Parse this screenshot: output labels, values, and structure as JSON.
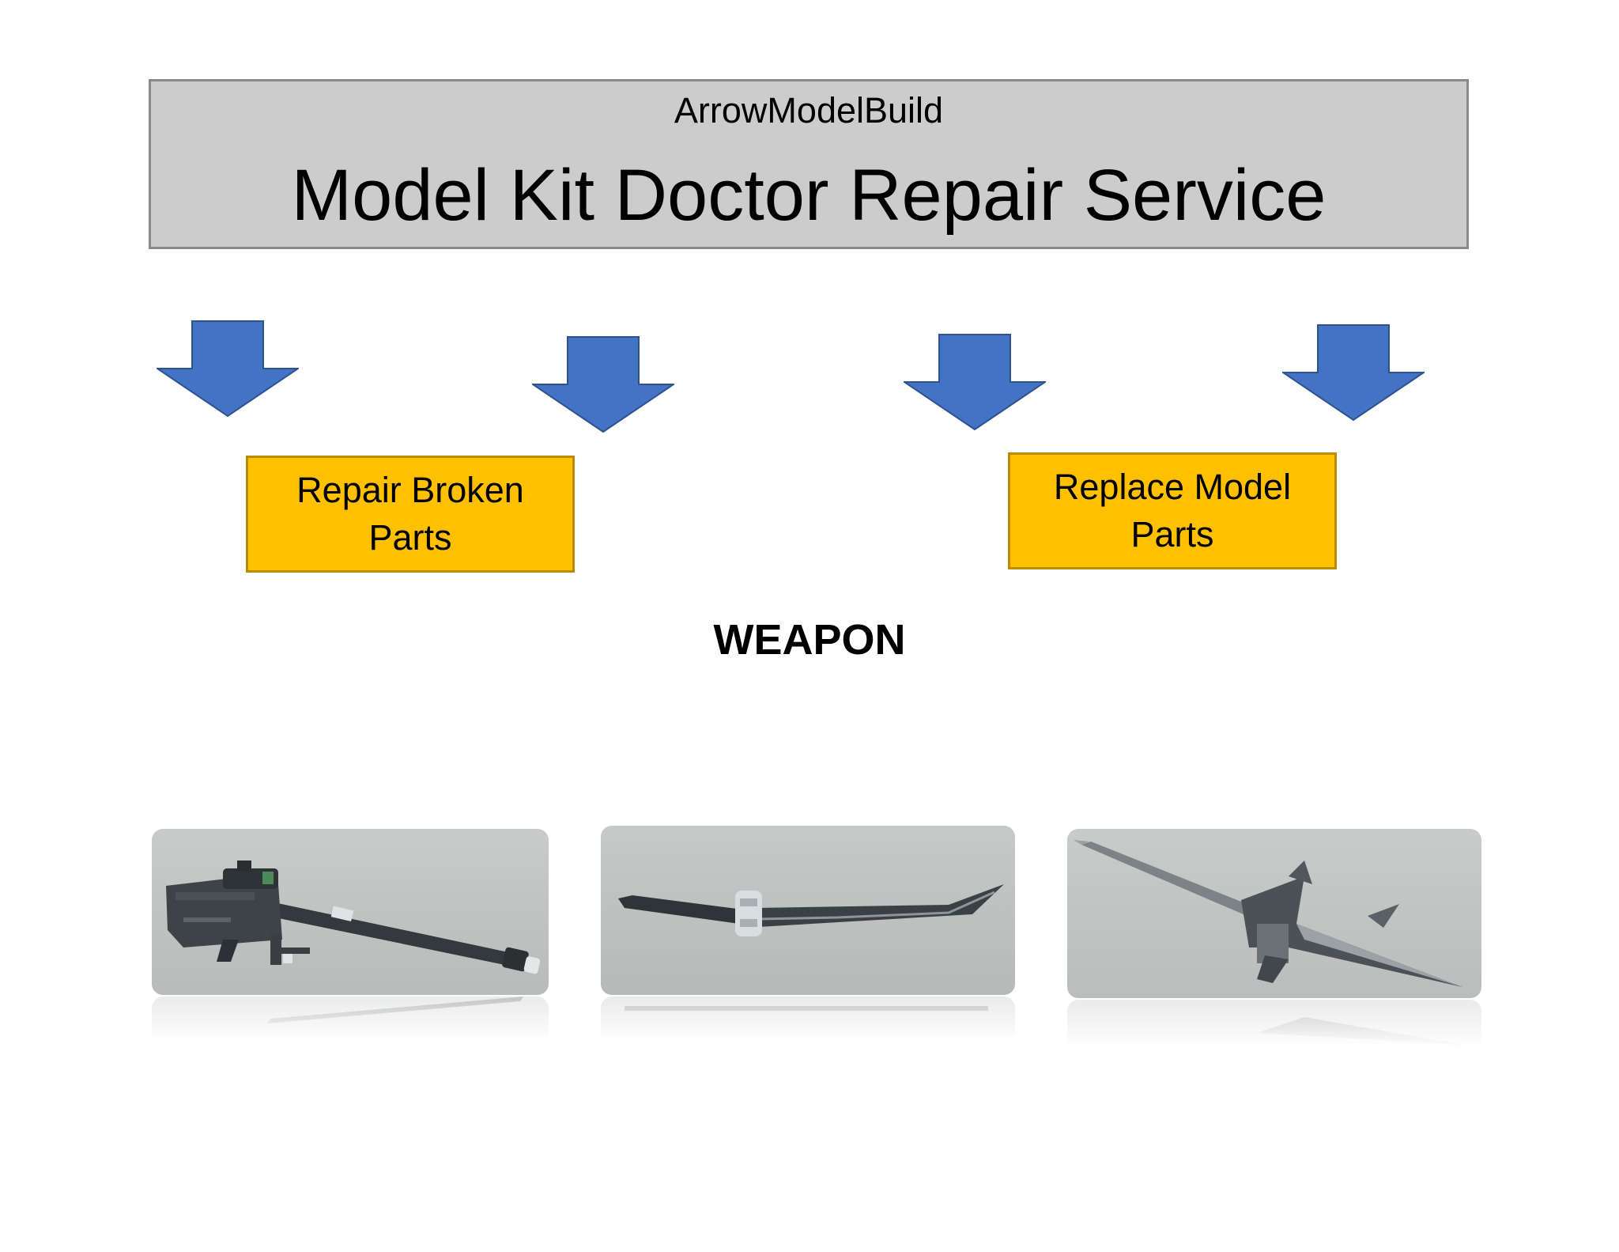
{
  "header": {
    "brand": "ArrowModelBuild",
    "title": "Model Kit Doctor Repair Service"
  },
  "services": [
    {
      "label_line1": "Repair Broken",
      "label_line2": "Parts"
    },
    {
      "label_line1": "Replace Model",
      "label_line2": "Parts"
    }
  ],
  "category": {
    "label": "WEAPON"
  },
  "colors": {
    "arrow_fill": "#4472c4",
    "arrow_stroke": "#2f528f",
    "service_fill": "#ffc000",
    "header_fill": "#cccccc"
  },
  "icons": [
    "arrow-down-icon"
  ]
}
